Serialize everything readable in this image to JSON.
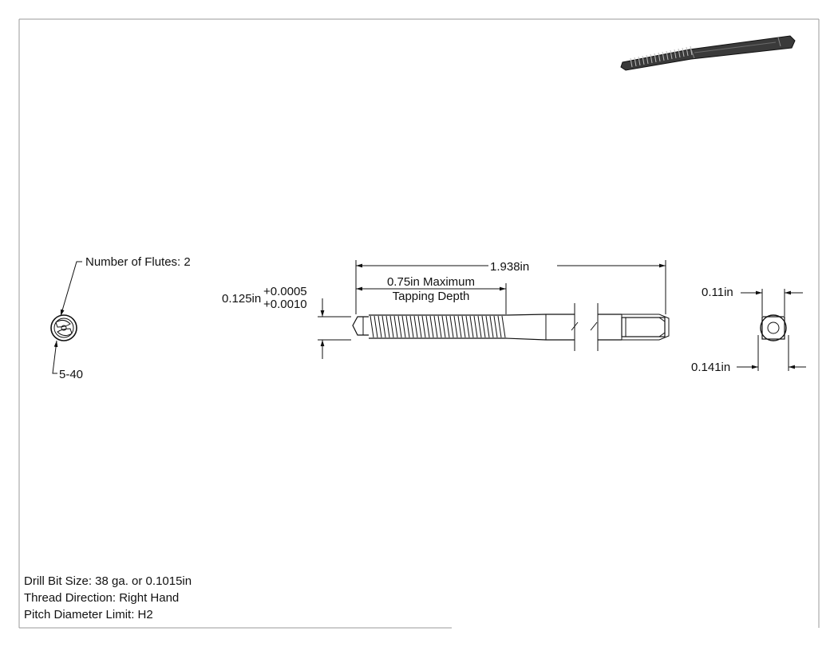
{
  "end_view_left": {
    "flutes_label": "Number of Flutes: 2",
    "thread_label": "5-40"
  },
  "side_view": {
    "overall_length": "1.938in",
    "thread_length_line1": "0.75in Maximum",
    "thread_length_line2": "Tapping Depth",
    "diameter": "0.125in",
    "tol_plus": "+0.0005",
    "tol_minus": "+0.0010"
  },
  "end_view_right": {
    "square_size": "0.11in",
    "shank_width": "0.141in"
  },
  "notes": {
    "drill_bit": "Drill Bit Size: 38 ga. or 0.1015in",
    "thread_direction": "Thread Direction: Right Hand",
    "pitch_limit": "Pitch Diameter Limit: H2"
  },
  "colors": {
    "line": "#111111",
    "border": "#9a9a9a",
    "iso_body": "#3a3a3a"
  }
}
